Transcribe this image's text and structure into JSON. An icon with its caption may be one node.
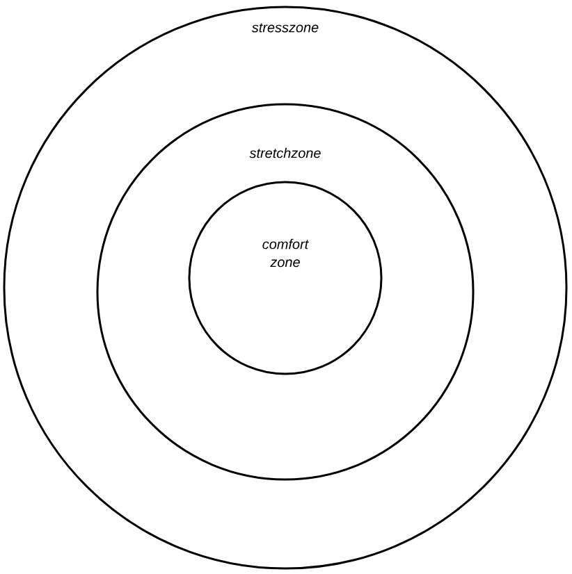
{
  "diagram": {
    "nodes": [
      {
        "text": [
          "stresszone"
        ]
      },
      {
        "text": [
          "stretchzone"
        ],
        "in": 0
      },
      {
        "text": [
          "comfort zone"
        ],
        "in": 1
      }
    ]
  }
}
